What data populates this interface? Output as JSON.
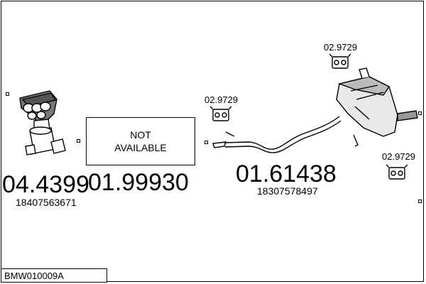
{
  "parts": [
    {
      "part_number": "04.4399",
      "oe_number": "18407563671",
      "icon": "catalytic-converter-icon"
    },
    {
      "part_number": "01.99930",
      "status": [
        "NOT",
        "AVAILABLE"
      ]
    },
    {
      "part_number": "01.61438",
      "oe_number": "18307578497",
      "icon": "rear-silencer-icon"
    }
  ],
  "mounts": [
    {
      "part_number": "02.9729",
      "icon": "rubber-mount-icon"
    },
    {
      "part_number": "02.9729",
      "icon": "rubber-mount-icon"
    },
    {
      "part_number": "02.9729",
      "icon": "rubber-mount-icon"
    }
  ],
  "footer": {
    "code": "BMW010009A"
  }
}
